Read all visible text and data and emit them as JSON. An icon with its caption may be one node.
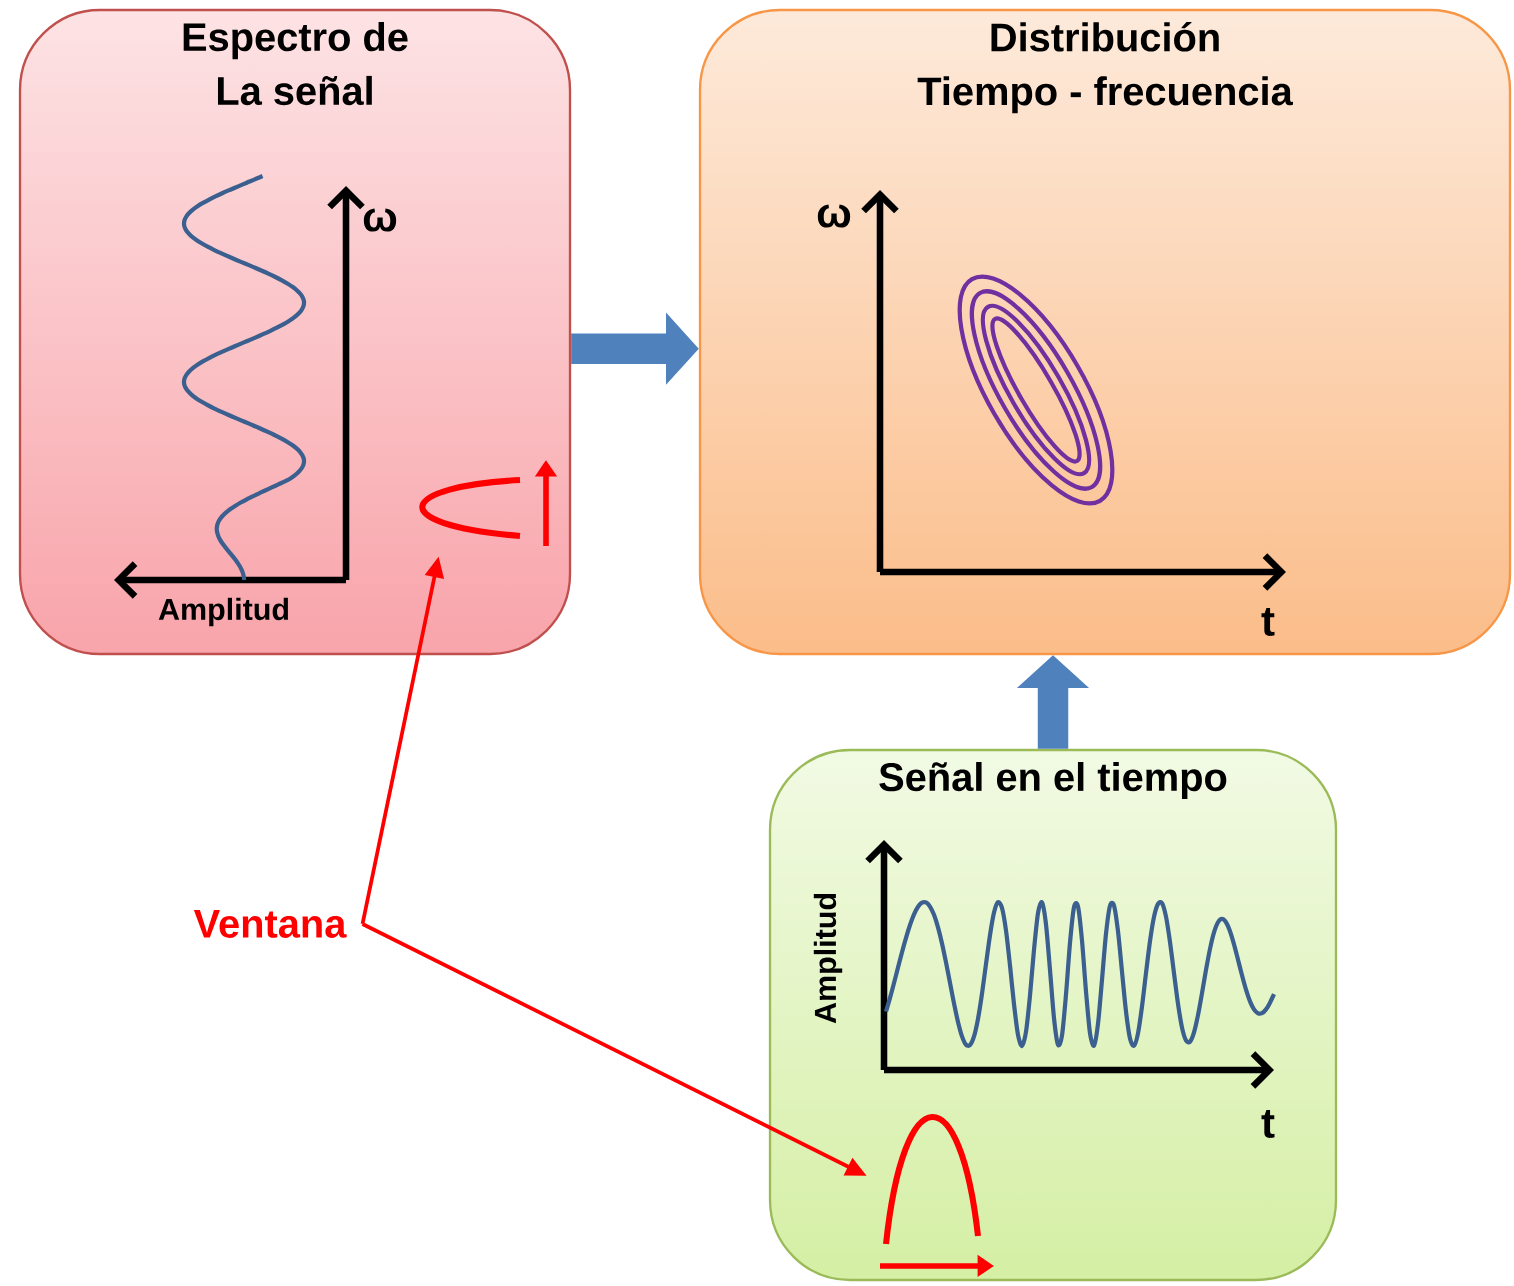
{
  "diagram": {
    "nodes": [
      {
        "text": [
          "Espectro de La señal"
        ]
      },
      {
        "text": [
          "Distribución Tiempo - frecuencia"
        ]
      },
      {
        "text": [
          "Señal en el tiempo"
        ]
      },
      {
        "text": [
          "Ventana"
        ]
      },
      {
        "text": [],
        "shape": "picture",
        "in": 0
      },
      {
        "text": [],
        "shape": "picture",
        "in": 2
      }
    ],
    "edges": [
      {
        "from": 0,
        "to": 1,
        "arrow": "to",
        "style": "thick",
        "color": "#4f81bd"
      },
      {
        "from": 2,
        "to": 1,
        "arrow": "to",
        "style": "thick",
        "color": "#4f81bd"
      },
      {
        "from": 3,
        "to": 4,
        "arrow": "to",
        "color": "#ff0000"
      },
      {
        "from": 3,
        "to": 5,
        "arrow": "to",
        "color": "#ff0000"
      }
    ],
    "labels": [
      "ω",
      "ω",
      "Amplitud",
      "t",
      "Amplitud",
      "t"
    ]
  }
}
